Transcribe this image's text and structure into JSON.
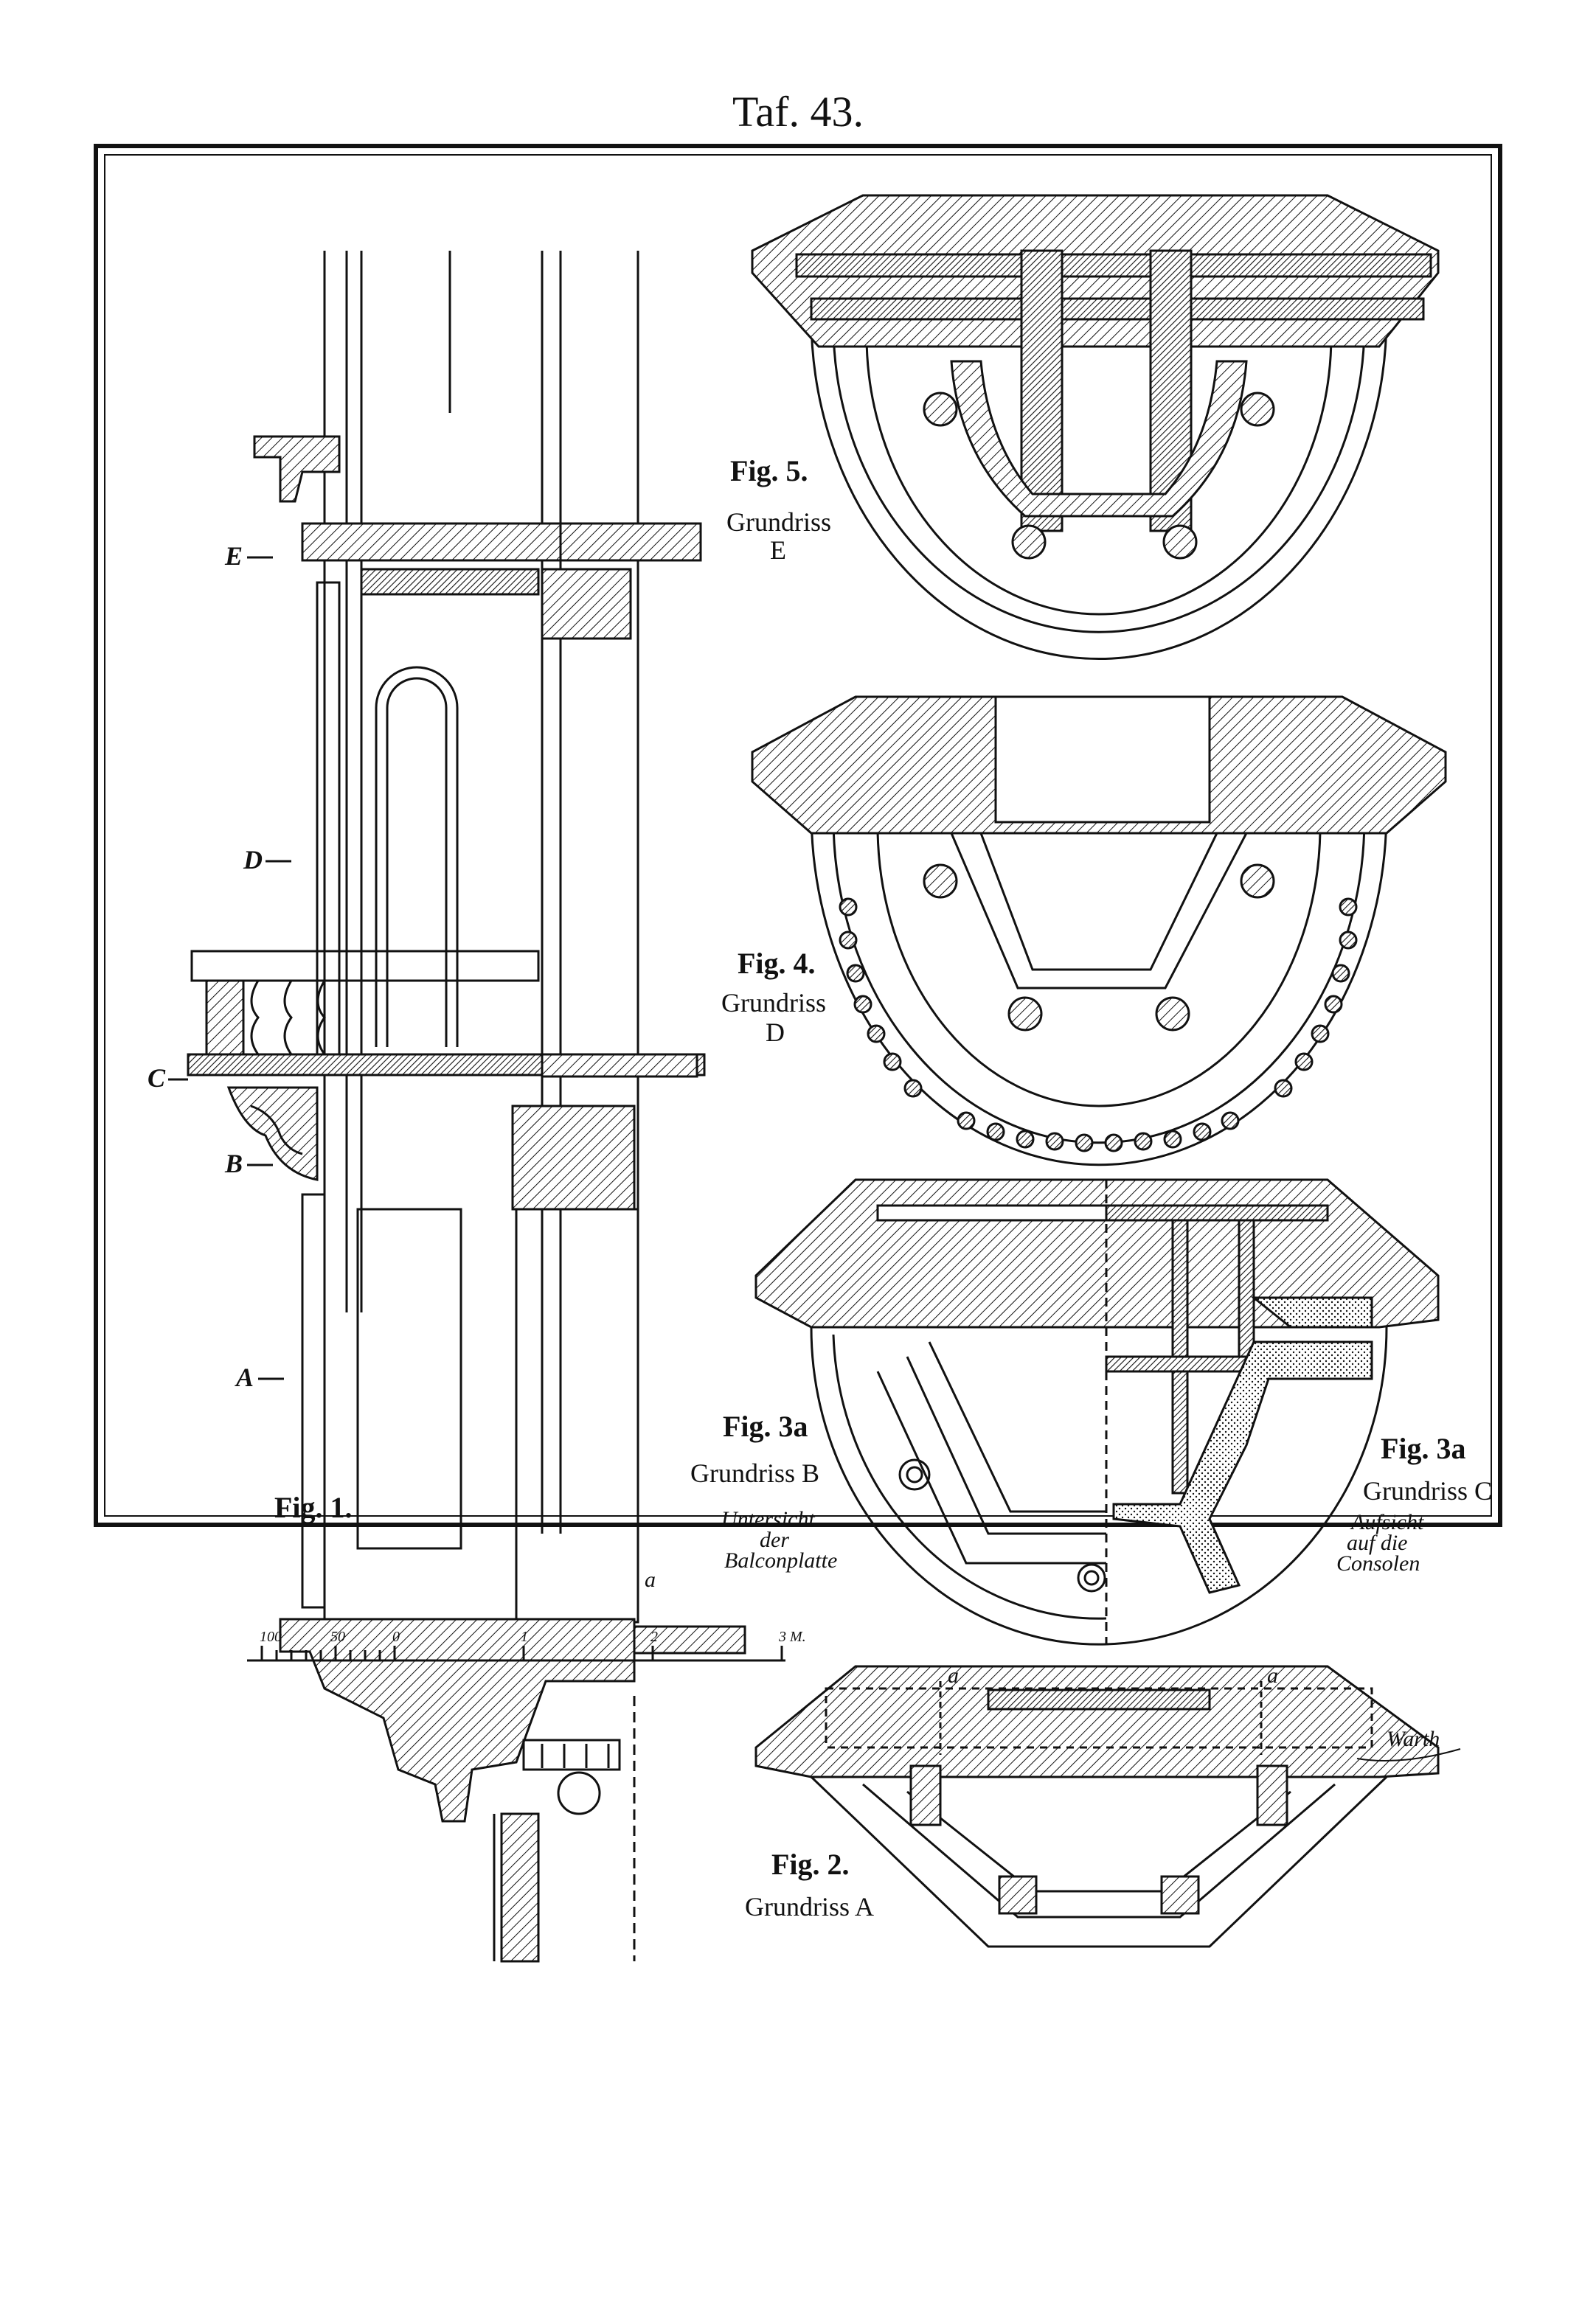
{
  "plate_title": "Taf. 43.",
  "level_marks": [
    "E",
    "D",
    "C",
    "B",
    "A"
  ],
  "figures": {
    "fig1": {
      "label": "Fig. 1."
    },
    "fig2": {
      "label": "Fig. 2.",
      "caption": "Grundriss A",
      "section_marks": [
        "a",
        "a"
      ]
    },
    "fig3a_left": {
      "label": "Fig. 3a",
      "caption": "Grundriss B",
      "notes": [
        "Untersicht",
        "der",
        "Balconplatte"
      ]
    },
    "fig3a_right": {
      "label": "Fig. 3a",
      "caption": "Grundriss C",
      "notes": [
        "Aufsicht",
        "auf die",
        "Consolen"
      ]
    },
    "fig4": {
      "label": "Fig. 4.",
      "caption_line1": "Grundriss",
      "caption_line2": "D"
    },
    "fig5": {
      "label": "Fig. 5.",
      "caption_line1": "Grundriss",
      "caption_line2": "E"
    }
  },
  "section_mark_a": "a",
  "scale_bar": {
    "ticks": [
      "100",
      "50",
      "0",
      "1",
      "2",
      "3 M."
    ]
  },
  "signature": "Warth"
}
